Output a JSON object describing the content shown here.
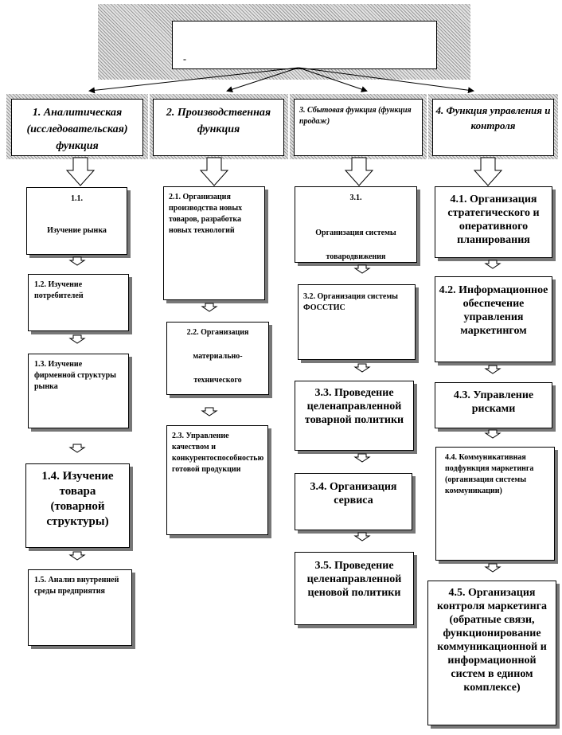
{
  "root": {
    "dash": "-"
  },
  "columns": [
    {
      "header": "1. Аналитическая (исследовательская) функция",
      "items": [
        "1.1.",
        "Изучение рынка",
        "1.2. Изучение потребителей",
        "1.3. Изучение фирменной структуры рынка",
        "1.4. Изучение товара (товарной структуры)",
        "1.5. Анализ внутренней среды предприятия"
      ]
    },
    {
      "header": "2. Производственная функция",
      "items": [
        "2.1. Организация производства новых товаров, разработка новых технологий",
        "2.2. Организация",
        "материально-",
        "технического",
        "2.3. Управление качеством и конкурентоспособностью готовой продукции"
      ]
    },
    {
      "header": "3. Сбытовая функция (функция продаж)",
      "items": [
        "3.1.",
        "Организация системы",
        "товародвижения",
        "3.2. Организация системы ФОССТИС",
        "3.3. Проведение целенаправленной товарной политики",
        "3.4. Организация сервиса",
        "3.5. Проведение целенаправленной ценовой политики"
      ]
    },
    {
      "header": "4. Функция управления и контроля",
      "items": [
        "4.1. Организация стратегического и оперативного планирования",
        "4.2. Информационное обеспечение управления маркетингом",
        "4.3. Управление рисками",
        "4.4. Коммуникативная подфункция маркетинга (организация системы коммуникации)",
        "4.5. Организация контроля маркетинга (обратные связи, функционирование коммуникационной и информационной систем в едином комплексе)"
      ]
    }
  ]
}
